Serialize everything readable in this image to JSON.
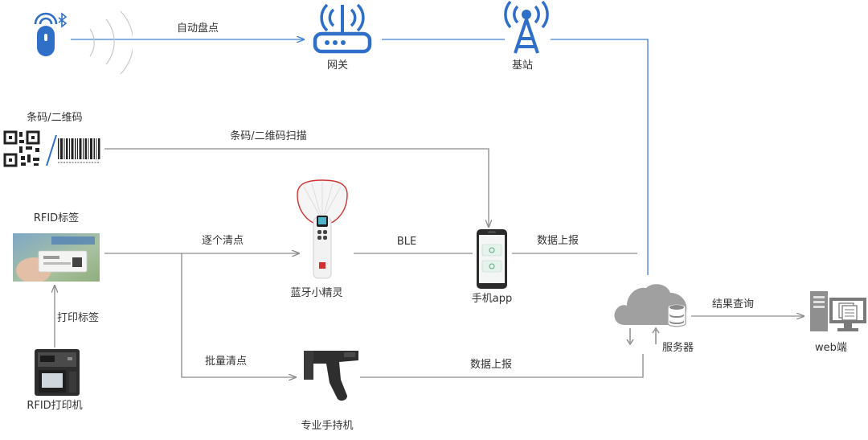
{
  "nodes": {
    "gateway": "网关",
    "base_station": "基站",
    "barcode_qr": "条码/二维码",
    "rfid_tag": "RFID标签",
    "rfid_printer": "RFID打印机",
    "bluetooth_sprite": "蓝牙小精灵",
    "phone_app": "手机app",
    "server": "服务器",
    "web": "web端",
    "handheld": "专业手持机"
  },
  "edges": {
    "auto_inventory": "自动盘点",
    "barcode_scan": "条码/二维码扫描",
    "item_inventory": "逐个清点",
    "ble": "BLE",
    "data_report_1": "数据上报",
    "print_tag": "打印标签",
    "batch_inventory": "批量清点",
    "data_report_2": "数据上报",
    "result_query": "结果查询"
  },
  "colors": {
    "arrow_gray": "#8c8c8c",
    "line_blue": "#3f7fd1",
    "icon_blue": "#2f6fc8",
    "icon_dark": "#555555",
    "cloud_gray": "#9a9a9a"
  }
}
